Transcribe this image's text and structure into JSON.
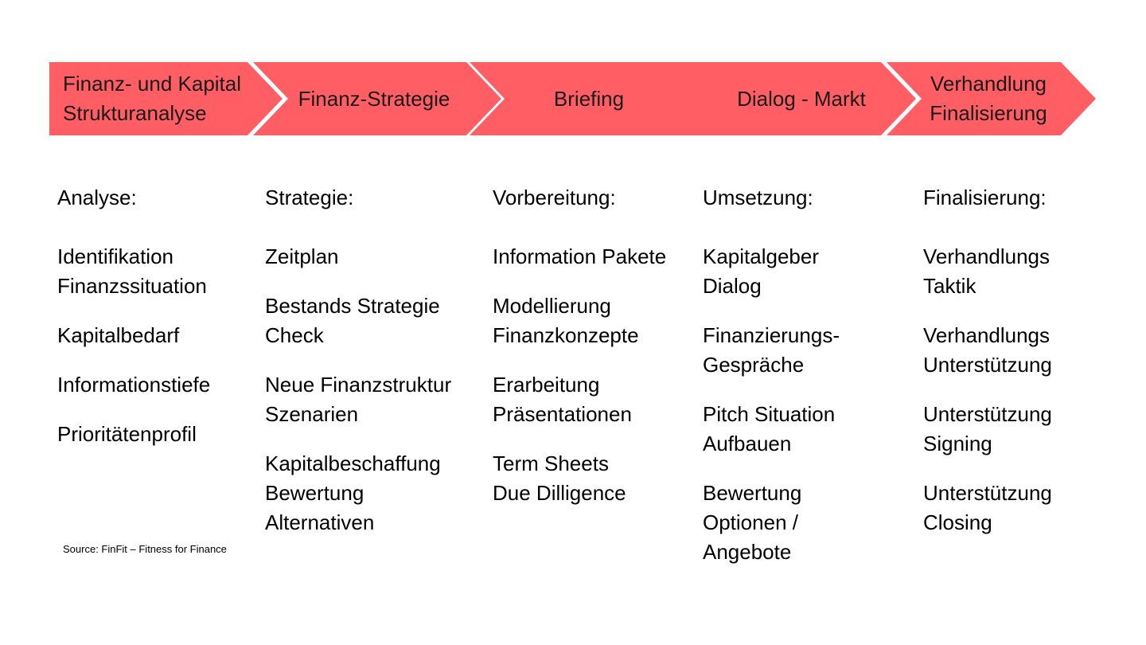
{
  "process": {
    "steps": [
      {
        "label": "Finanz- und Kapital\nStrukturanalyse"
      },
      {
        "label": "Finanz-Strategie"
      },
      {
        "label": "Briefing"
      },
      {
        "label": "Dialog - Markt"
      },
      {
        "label": "Verhandlung\nFinalisierung"
      }
    ],
    "chevron_color": "#ff5e65"
  },
  "columns": [
    {
      "heading": "Analyse:",
      "items": [
        "Identifikation\nFinanzssituation",
        "Kapitalbedarf",
        "Informationstiefe",
        "Prioritätenprofil"
      ]
    },
    {
      "heading": "Strategie:",
      "items": [
        "Zeitplan",
        "Bestands Strategie\nCheck",
        "Neue Finanzstruktur\nSzenarien",
        "Kapitalbeschaffung\nBewertung\nAlternativen"
      ]
    },
    {
      "heading": "Vorbereitung:",
      "items": [
        "Information Pakete",
        "Modellierung\nFinanzkonzepte",
        "Erarbeitung\nPräsentationen",
        "Term Sheets\nDue Dilligence"
      ]
    },
    {
      "heading": "Umsetzung:",
      "items": [
        "Kapitalgeber\nDialog",
        "Finanzierungs-\nGespräche",
        "Pitch Situation\nAufbauen",
        "Bewertung\nOptionen /\nAngebote"
      ]
    },
    {
      "heading": "Finalisierung:",
      "items": [
        "Verhandlungs\nTaktik",
        "Verhandlungs\nUnterstützung",
        "Unterstützung\nSigning",
        "Unterstützung\nClosing"
      ]
    }
  ],
  "source": "Source: FinFit – Fitness for Finance"
}
